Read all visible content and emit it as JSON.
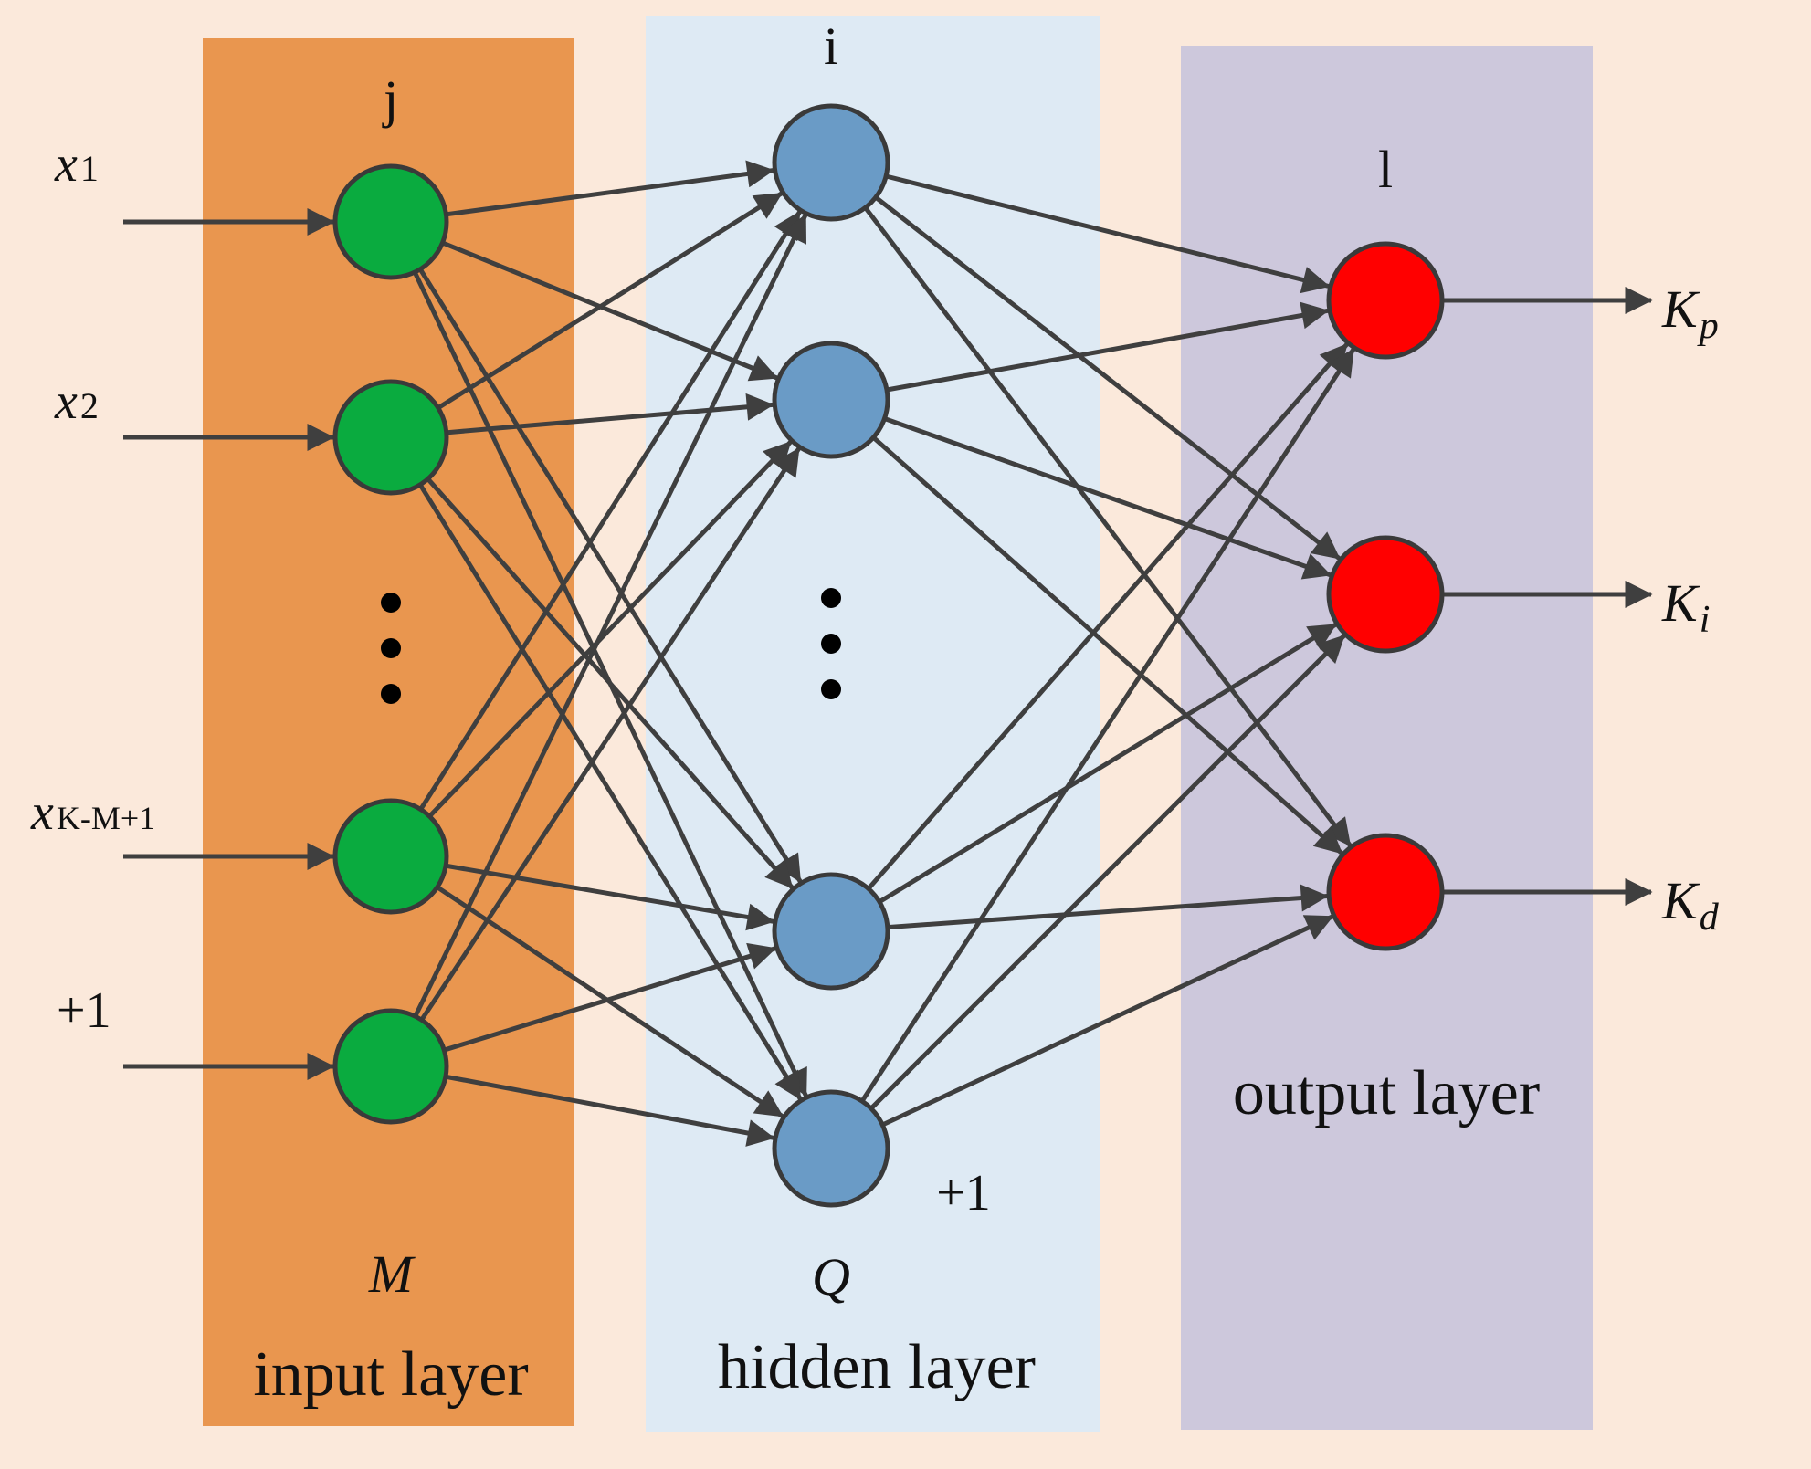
{
  "colors": {
    "background": "#fbe9db",
    "input_band": "#e9964f",
    "hidden_band": "#deeaf4",
    "output_band": "#cdc8dc",
    "input_node": "#0aab3f",
    "hidden_node": "#6a9bc6",
    "output_node": "#ff0000",
    "edge": "#3f3f3f"
  },
  "input_layer": {
    "index_label": "j",
    "size_label": "M",
    "name": "input layer",
    "inputs": [
      {
        "var": "x",
        "sub": "1"
      },
      {
        "var": "x",
        "sub": "2"
      },
      {
        "var": "x",
        "sub": "K-M+1"
      },
      {
        "var": "+1",
        "sub": ""
      }
    ]
  },
  "hidden_layer": {
    "index_label": "i",
    "size_label": "Q",
    "name": "hidden layer",
    "bias_label": "+1"
  },
  "output_layer": {
    "index_label": "l",
    "name": "output layer",
    "outputs": [
      {
        "var": "K",
        "sub": "p"
      },
      {
        "var": "K",
        "sub": "i"
      },
      {
        "var": "K",
        "sub": "d"
      }
    ]
  },
  "ellipsis_icon": "vertical-ellipsis"
}
